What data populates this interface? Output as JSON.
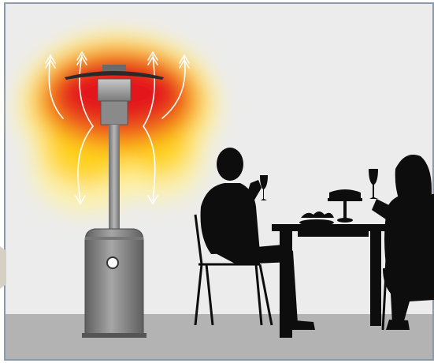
{
  "scene": {
    "background_color": "#ececec",
    "floor_color": "#b3b3b3",
    "frame_color": "#8a9aaa",
    "silhouette_color": "#0d0d0d",
    "heater_color": "#8e8e8e",
    "arrow_color": "#ffffff",
    "heat_colors": [
      "#e3131b",
      "#f26a1f",
      "#ffd21a",
      "#fff3a0"
    ]
  },
  "elements": [
    "patio-heater",
    "heat-glow",
    "heat-flow-arrows",
    "man-drinking-wine",
    "woman-with-wine-glass",
    "dining-table",
    "chair",
    "cake-stand",
    "food-plate"
  ]
}
